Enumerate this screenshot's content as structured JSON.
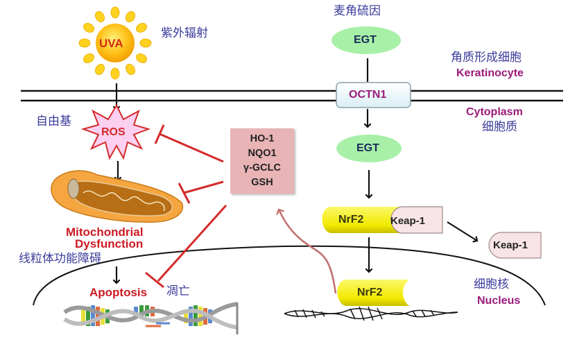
{
  "colors": {
    "inhibit_red": "#d42a2a",
    "egt_green": "#a8f0a8",
    "nrf2_yellow": "#f5f01a",
    "keap_pink": "#f8e4e6",
    "enzyme_box": "#e8b4b6",
    "feedback_arrow": "#c07070",
    "label_blue": "#3b3b9a",
    "label_magenta": "#9a1a7a"
  },
  "left": {
    "uva_label": "UVA",
    "uva_cn": "紫外辐射",
    "ros_label": "ROS",
    "ros_cn": "自由基",
    "mito_en_line1": "Mitochondrial",
    "mito_en_line2": "Dysfunction",
    "mito_cn": "线粒体功能障碍",
    "apoptosis_en": "Apoptosis",
    "apoptosis_cn": "凋亡"
  },
  "center": {
    "enzymes": [
      "HO-1",
      "NQO1",
      "γ-GCLC",
      "GSH"
    ]
  },
  "right": {
    "egt_cn": "麦角硫因",
    "egt_outside": "EGT",
    "keratinocyte_cn": "角质形成细胞",
    "keratinocyte_en": "Keratinocyte",
    "transporter": "OCTN1",
    "cytoplasm_en": "Cytoplasm",
    "cytoplasm_cn": "细胞质",
    "egt_inside": "EGT",
    "nrf2_complex": "NrF2",
    "keap1_bound": "Keap-1",
    "keap1_free": "Keap-1",
    "nrf2_nuclear": "NrF2",
    "nucleus_cn": "细胞核",
    "nucleus_en": "Nucleus"
  }
}
